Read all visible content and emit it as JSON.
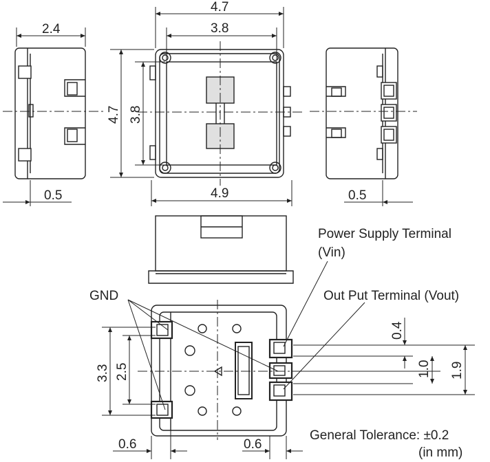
{
  "dimensions": {
    "side_left_width": "2.4",
    "top_outer_width": "4.7",
    "top_inner_width": "3.8",
    "top_outer_height": "4.7",
    "top_inner_height": "3.8",
    "top_bottom_width": "4.9",
    "side_left_offset": "0.5",
    "side_right_offset": "0.5",
    "pin_pitch_small": "0.4",
    "pin_span_mid": "1.0",
    "pin_span_large": "1.9",
    "gnd_span_outer": "3.3",
    "gnd_span_inner": "2.5",
    "bottom_left_offset": "0.6",
    "bottom_right_offset": "0.6"
  },
  "callouts": {
    "power_line1": "Power Supply Terminal",
    "power_line2": "(Vin)",
    "output": "Out Put Terminal (Vout)",
    "gnd": "GND"
  },
  "notes": {
    "tolerance": "General Tolerance: ±0.2",
    "units": "(in mm)"
  }
}
